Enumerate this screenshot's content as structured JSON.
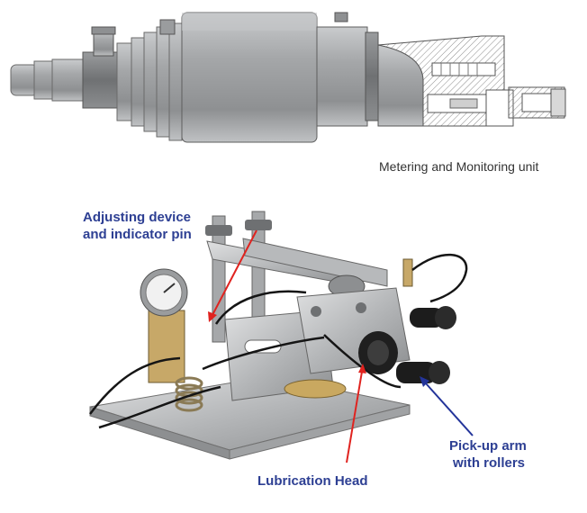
{
  "captions": {
    "top": "Metering and Monitoring unit"
  },
  "labels": {
    "adjusting_line1": "Adjusting device",
    "adjusting_line2": "and indicator pin",
    "lubrication_head": "Lubrication Head",
    "pickup_line1": "Pick-up arm",
    "pickup_line2": "with rollers"
  },
  "colors": {
    "label_text": "#2d3f93",
    "red_arrow": "#e0231f",
    "blue_arrow": "#23349a",
    "body_metal": "#a9abad",
    "dark_metal": "#6e7072"
  }
}
